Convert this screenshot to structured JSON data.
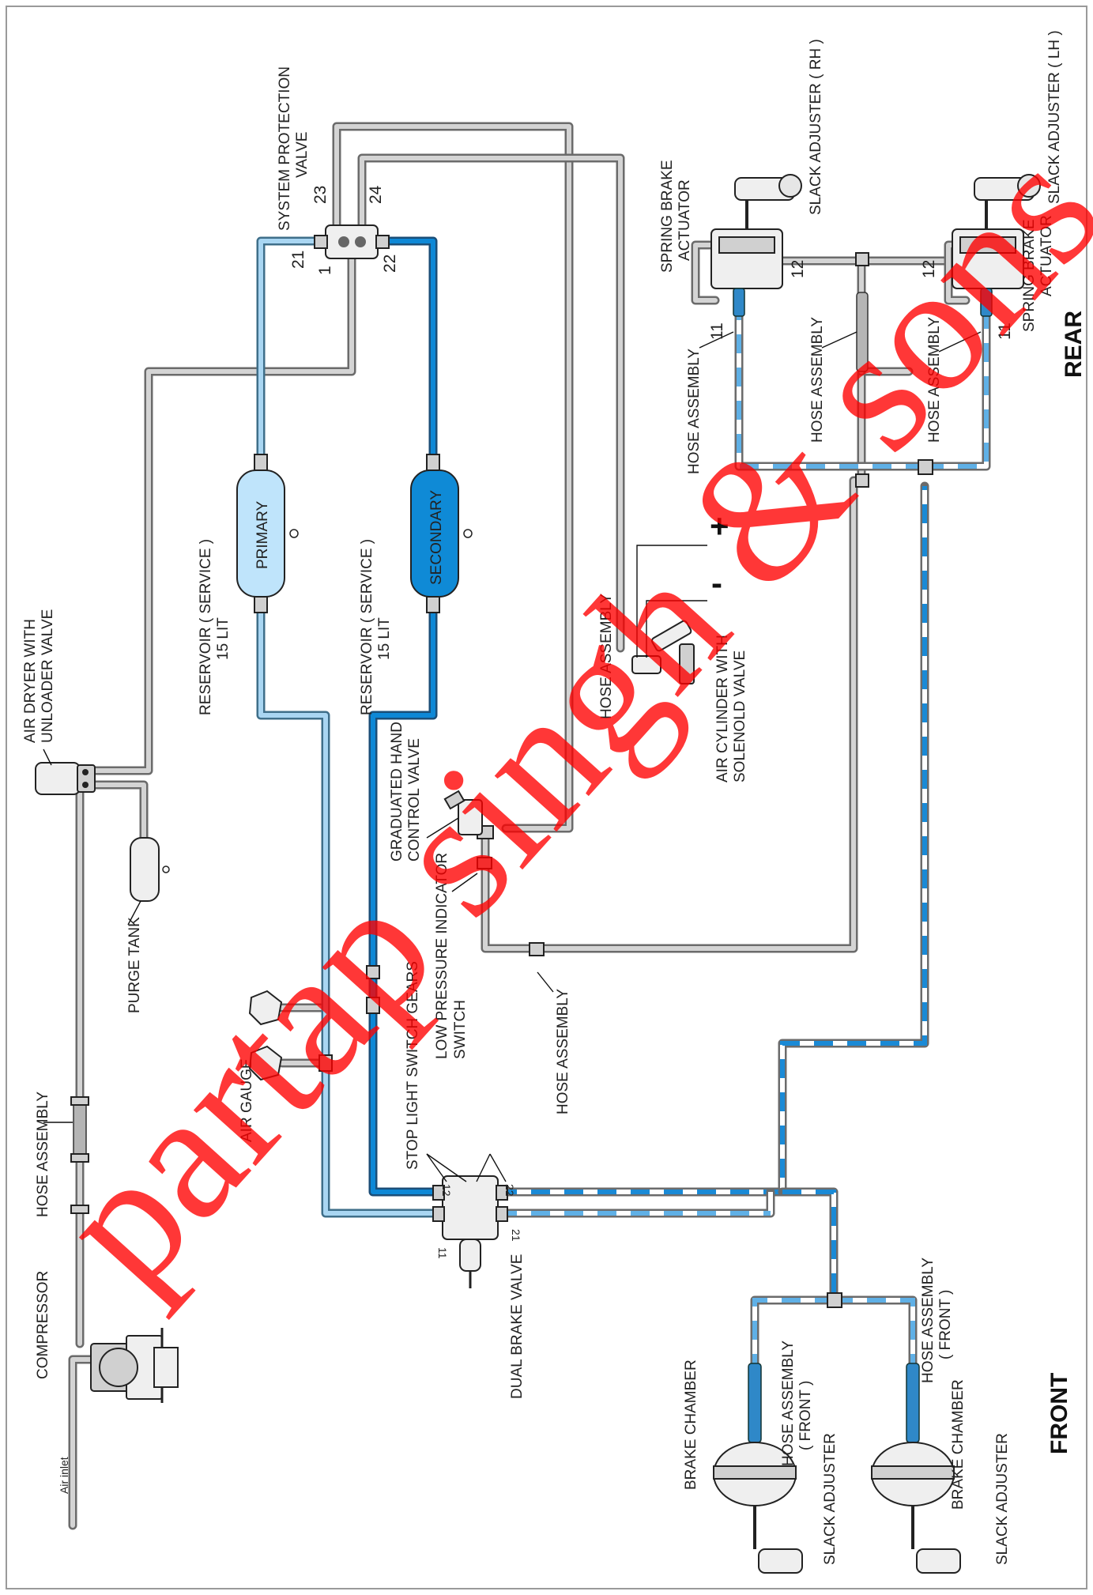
{
  "labels": {
    "air_inlet": "Air inlet",
    "compressor": "COMPRESSOR",
    "hose_assembly": "HOSE ASSEMBLY",
    "air_dryer_line1": "AIR DRYER WITH",
    "air_dryer_line2": "UNLOADER VALVE",
    "purge_tank": "PURGE TANK",
    "air_gauge": "AIR GAUGE",
    "reservoir_line1": "RESERVOIR ( SERVICE )",
    "reservoir_line2": "15 LIT",
    "primary": "PRIMARY",
    "secondary": "SECONDARY",
    "spv_line1": "SYSTEM PROTECTION",
    "spv_line2": "VALVE",
    "stop_light": "STOP LIGHT SWITCH GEARS",
    "lpi_line1": "LOW PRESSURE INDICATOR",
    "lpi_line2": "SWITCH",
    "ghcv_line1": "GRADUATED HAND",
    "ghcv_line2": "CONTROL VALVE",
    "air_cyl_line1": "AIR CYLINDER WITH",
    "air_cyl_line2": "SOLENOLD VALVE",
    "dual_brake_valve": "DUAL BRAKE VALVE",
    "brake_chamber": "BRAKE CHAMBER",
    "slack_adjuster": "SLACK ADJUSTER",
    "hose_front_line1": "HOSE ASSEMBLY",
    "hose_front_line2": "( FRONT )",
    "slack_rh": "SLACK ADJUSTER ( RH )",
    "slack_lh": "SLACK ADJUSTER ( LH )",
    "spring_brake_line1": "SPRING BRAKE",
    "spring_brake_line2": "ACTUATOR",
    "front": "FRONT",
    "rear": "REAR",
    "plus": "+",
    "minus": "-",
    "watermark": "partap singh & sons"
  },
  "ports": {
    "p23": "23",
    "p24": "24",
    "p21": "21",
    "p1": "1",
    "p22": "22",
    "p11": "11",
    "p12": "12"
  }
}
